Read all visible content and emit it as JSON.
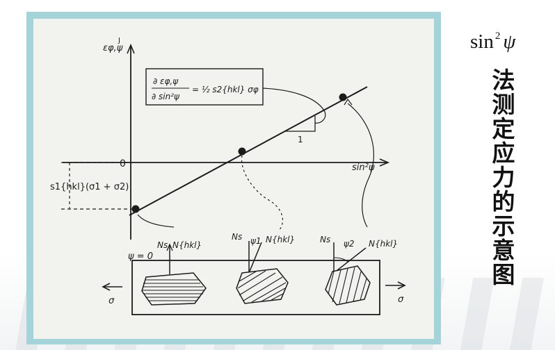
{
  "side_formula": {
    "base": "sin",
    "exponent": "2",
    "symbol": "ψ"
  },
  "side_title": "法测定应力的示意图",
  "figure": {
    "y_axis_label": "εφ,ψ",
    "y_axis_superscript": "J",
    "x_axis_label": "sin²ψ",
    "zero_label": "0",
    "intercept_label": "s1{hkl}(σ1 + σ2)",
    "slope_formula_lhs_num": "∂ εφ,ψ",
    "slope_formula_lhs_den": "∂ sin²ψ",
    "slope_formula_rhs": "= ½ s2{hkl} σφ",
    "slope_run_label": "1",
    "psi_zero_label": "ψ = 0",
    "specimen_labels": [
      {
        "ns": "Ns",
        "n": "N{hkl}",
        "psi": ""
      },
      {
        "ns": "Ns",
        "n": "N{hkl}",
        "psi": "ψ1"
      },
      {
        "ns": "Ns",
        "n": "N{hkl}",
        "psi": "ψ2"
      }
    ],
    "stress_left": "σ",
    "stress_right": "σ"
  }
}
